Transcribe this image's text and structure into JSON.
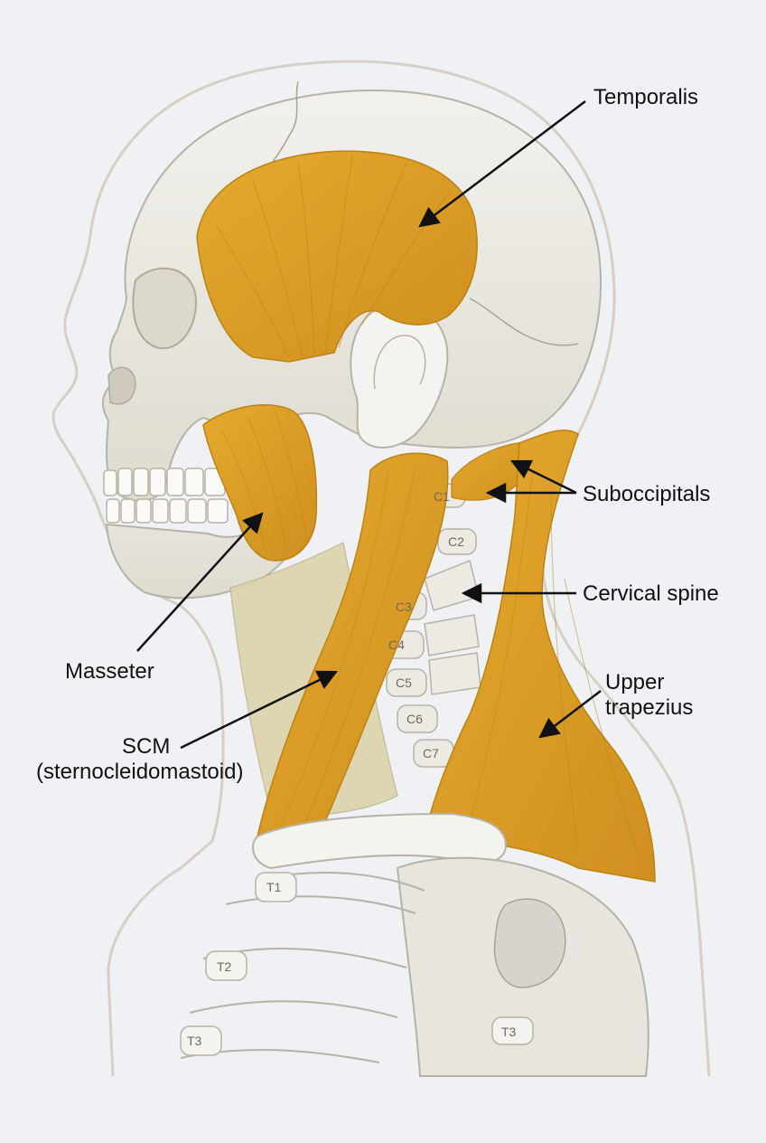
{
  "labels": {
    "temporalis": "Temporalis",
    "suboccipitals": "Suboccipitals",
    "cervical_spine": "Cervical spine",
    "masseter": "Masseter",
    "upper_trapezius_line1": "Upper",
    "upper_trapezius_line2": "trapezius",
    "scm_line1": "SCM",
    "scm_line2": "(sternocleidomastoid)"
  },
  "vertebrae": {
    "c1": "C1",
    "c2": "C2",
    "c3": "C3",
    "c4": "C4",
    "c5": "C5",
    "c6": "C6",
    "c7": "C7",
    "t1": "T1",
    "t2": "T2",
    "t3_front": "T3",
    "t3_back": "T3"
  },
  "colors": {
    "background": "#eff1f4",
    "muscle": "#e0a12a",
    "muscle_dark": "#c78a1c",
    "bone": "#efeee9",
    "bone_shadow": "#d9d6cb",
    "outline": "#cfc8c0",
    "ligament": "#d8cfa8",
    "arrow": "#111111"
  }
}
